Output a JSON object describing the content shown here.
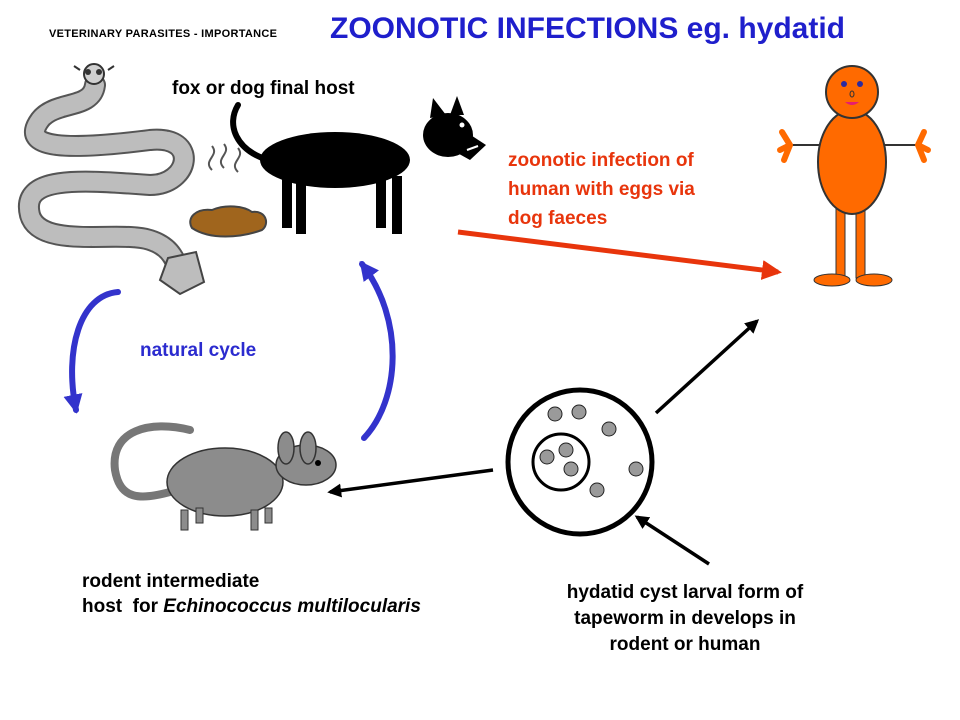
{
  "slide": {
    "subtitle": "VETERINARY PARASITES - IMPORTANCE",
    "title": "ZOONOTIC INFECTIONS  eg. hydatid"
  },
  "labels": {
    "final_host": "fox or dog final host",
    "zoonotic_line1": "zoonotic infection of",
    "zoonotic_line2": "human with eggs via",
    "zoonotic_line3": "dog faeces",
    "natural_cycle": "natural cycle",
    "rodent_line1": "rodent intermediate",
    "rodent_line2_prefix": "host  for ",
    "rodent_line2_species": "Echinococcus multilocularis",
    "cyst_line1": "hydatid cyst larval form of",
    "cyst_line2": "tapeworm in develops in",
    "cyst_line3": "rodent or human"
  },
  "colors": {
    "title": "#1f1fcc",
    "zoonotic_arrow": "#e8350c",
    "natural_arrows": "#3333cc",
    "human": "#ff6a00",
    "dog": "#000000",
    "rodent": "#8c8c8c",
    "faeces": "#a0651d",
    "tapeworm": "#b8b8b8"
  }
}
